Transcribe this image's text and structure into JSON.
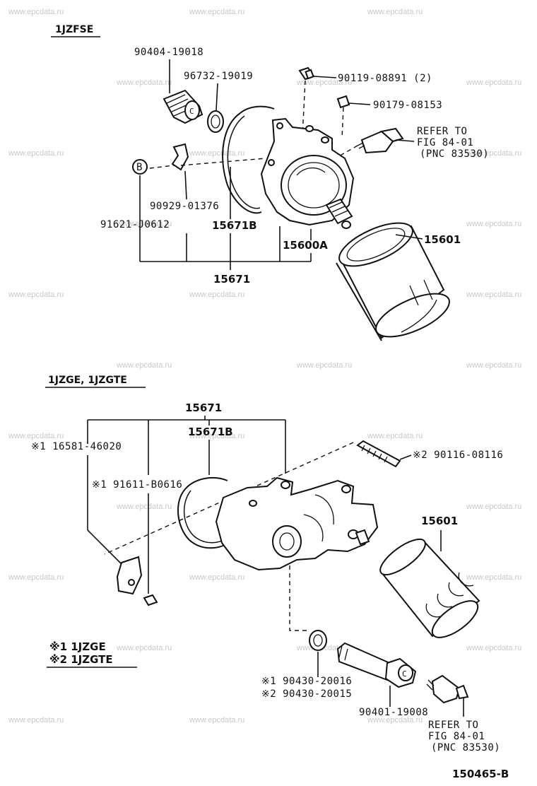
{
  "watermark": "www.epcdata.ru",
  "diagram_id": "150465-B",
  "section_top": {
    "title": "1JZFSE",
    "labels": {
      "p90404": "90404-19018",
      "p96732": "96732-19019",
      "p90119": "90119-08891 (2)",
      "p90179": "90179-08153",
      "refer1": "REFER TO",
      "refer2": "FIG 84-01",
      "refer3": "(PNC 83530)",
      "p90929": "90929-01376",
      "p91621": "91621-J0612",
      "p15671b": "15671B",
      "p15600a": "15600A",
      "p15601": "15601",
      "p15671": "15671",
      "callout_b": "B"
    }
  },
  "section_bottom": {
    "title": "1JZGE, 1JZGTE",
    "labels": {
      "p15671": "15671",
      "p15671b": "15671B",
      "p16581": "※1 16581-46020",
      "p90116": "※2 90116-08116",
      "p91611": "※1 91611-B0616",
      "p15601": "15601",
      "note1": "※1  1JZGE",
      "note2": "※2  1JZGTE",
      "p90430a": "※1 90430-20016",
      "p90430b": "※2 90430-20015",
      "p90401": "90401-19008",
      "refer1": "REFER TO",
      "refer2": "FIG 84-01",
      "refer3": "(PNC 83530)"
    }
  }
}
